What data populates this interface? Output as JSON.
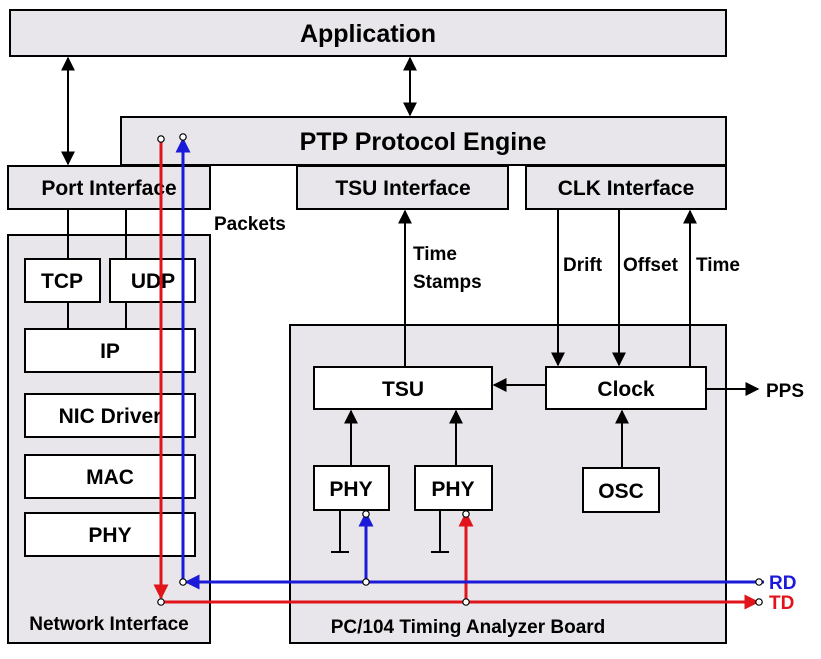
{
  "blocks": {
    "application": "Application",
    "ptp_engine": "PTP Protocol Engine",
    "port_interface": "Port Interface",
    "tsu_interface": "TSU Interface",
    "clk_interface": "CLK Interface",
    "tcp": "TCP",
    "udp": "UDP",
    "ip": "IP",
    "nic_driver": "NIC Driver",
    "mac": "MAC",
    "phy_stack": "PHY",
    "network_interface": "Network Interface",
    "tsu": "TSU",
    "clock": "Clock",
    "phy_left": "PHY",
    "phy_right": "PHY",
    "osc": "OSC",
    "timing_board": "PC/104 Timing Analyzer Board"
  },
  "labels": {
    "packets": "Packets",
    "time_stamps_line1": "Time",
    "time_stamps_line2": "Stamps",
    "drift": "Drift",
    "offset": "Offset",
    "time": "Time",
    "pps": "PPS",
    "rd": "RD",
    "td": "TD"
  },
  "colors": {
    "block_fill": "#e8e6ea",
    "rd_line": "#1a1ad8",
    "td_line": "#e0141a"
  }
}
